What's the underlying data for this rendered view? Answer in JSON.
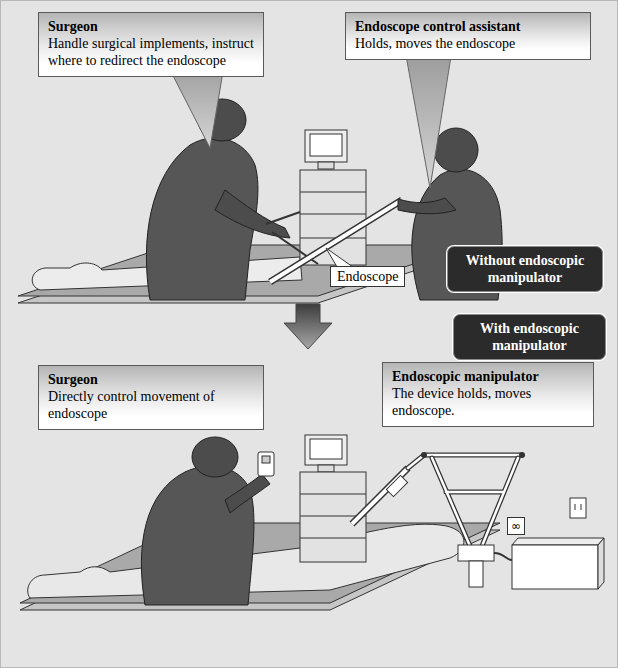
{
  "diagram": {
    "nodes": [
      {
        "text": [
          "Surgeon",
          "Handle surgical implements, instruct where to redirect the endoscope"
        ]
      },
      {
        "text": [
          "Endoscope control assistant",
          "Holds, moves the endoscope"
        ]
      },
      {
        "text": [
          "Without endoscopic manipulator"
        ]
      },
      {
        "text": [
          "Endoscope"
        ]
      },
      {
        "text": [
          "With endoscopic manipulator"
        ]
      },
      {
        "text": [
          "Surgeon",
          "Directly control movement of endoscope"
        ]
      },
      {
        "text": [
          "Endoscopic manipulator",
          "The device holds, moves endoscope."
        ]
      }
    ],
    "labels": [
      "∞"
    ]
  }
}
